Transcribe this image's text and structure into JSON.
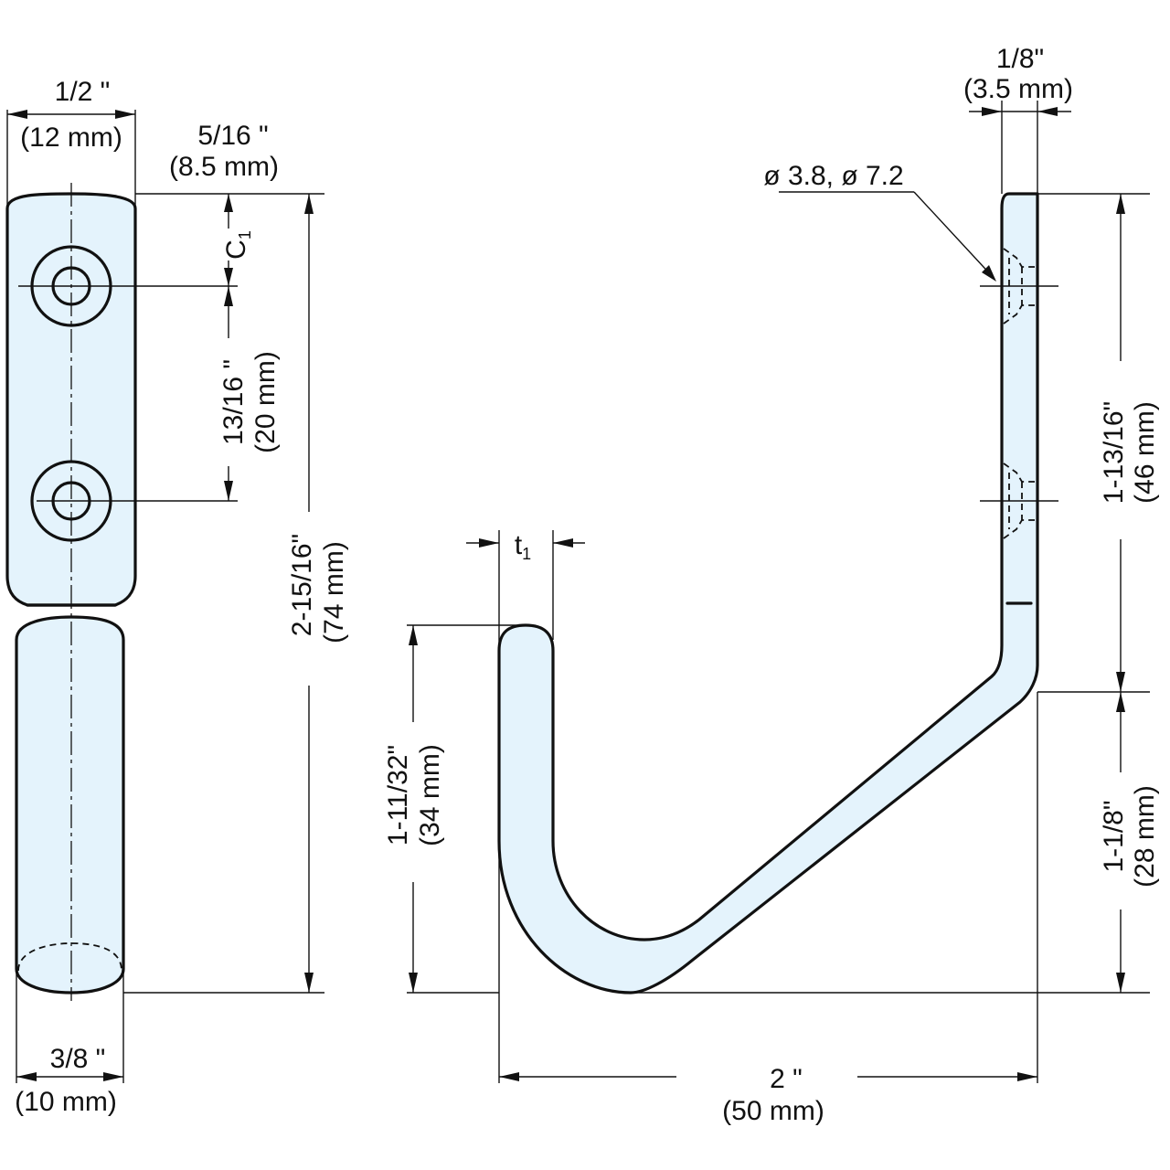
{
  "front_view": {
    "width_in": "1/2 \"",
    "width_mm": "(12 mm)",
    "offset_in": "5/16 \"",
    "offset_mm": "(8.5 mm)",
    "c1_label": "C",
    "c1_sub": "1",
    "hole_pitch_in": "13/16 \"",
    "hole_pitch_mm": "(20 mm)",
    "height_in": "2-15/16\"",
    "height_mm": "(74 mm)",
    "rod_dia_in": "3/8 \"",
    "rod_dia_mm": "(10 mm)"
  },
  "side_view": {
    "thickness_in": "1/8\"",
    "thickness_mm": "(3.5 mm)",
    "holes_label": "ø 3.8,  ø 7.2",
    "t1_label": "t",
    "t1_sub": "1",
    "upper_in": "1-13/16\"",
    "upper_mm": "(46 mm)",
    "lower_in": "1-1/8\"",
    "lower_mm": "(28 mm)",
    "hook_height_in": "1-11/32\"",
    "hook_height_mm": "(34 mm)",
    "width_in": "2 \"",
    "width_mm": "(50 mm)"
  }
}
